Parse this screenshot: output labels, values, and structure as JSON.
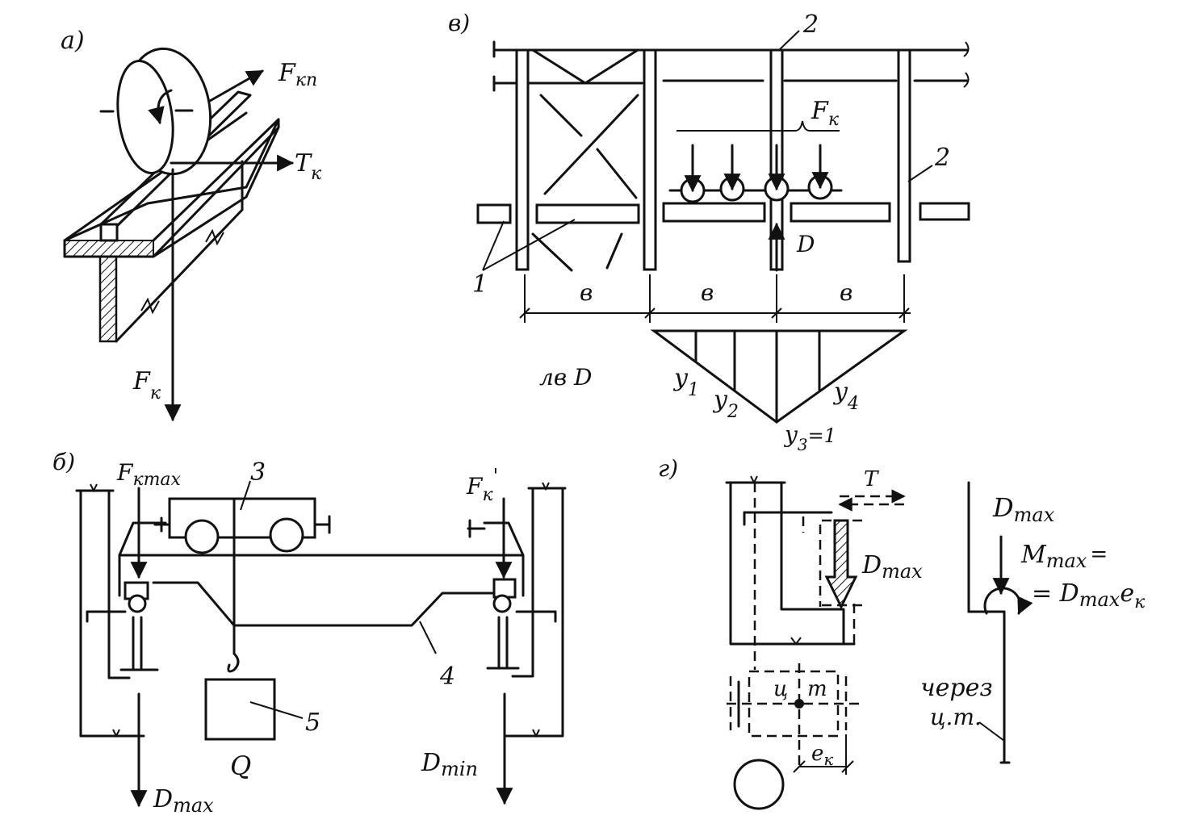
{
  "panels": {
    "a": {
      "tag": "а)",
      "labels": {
        "f_kp": "F",
        "f_kp_sub": "кп",
        "t_k": "T",
        "t_k_sub": "к",
        "f_k": "F",
        "f_k_sub": "к"
      }
    },
    "b": {
      "tag": "б)",
      "labels": {
        "f_kmax": "F",
        "f_kmax_sub": "кmax",
        "f_k_prime": "F",
        "f_k_prime_sub": "к",
        "prime": "'",
        "n3": "3",
        "n4": "4",
        "n5": "5",
        "q": "Q",
        "d_max": "D",
        "d_max_sub": "max",
        "d_min": "D",
        "d_min_sub": "min"
      }
    },
    "v": {
      "tag": "в)",
      "labels": {
        "n2_top": "2",
        "n2_right": "2",
        "n1": "1",
        "f_k": "F",
        "f_k_sub": "к",
        "d": "D",
        "b1": "в",
        "b2": "в",
        "b3": "в",
        "lv_d": "лв D",
        "y1": "y",
        "y1_sub": "1",
        "y2": "y",
        "y2_sub": "2",
        "y3": "y",
        "y3_sub": "3",
        "y3_eq": "=1",
        "y4": "y",
        "y4_sub": "4"
      }
    },
    "g": {
      "tag": "г)",
      "labels": {
        "t": "T",
        "d_max_arrow": "D",
        "d_max_arrow_sub": "max",
        "d_max_top": "D",
        "d_max_top_sub": "max",
        "m_max": "M",
        "m_max_sub": "max",
        "m_eq": "=",
        "m_eq2": "= D",
        "m_eq2_sub": "max",
        "m_e": "e",
        "m_e_sub": "к",
        "ct_c": "ц",
        "ct_t": "т",
        "e_k": "e",
        "e_k_sub": "к",
        "through1": "через",
        "through2": "ц.т."
      }
    }
  }
}
